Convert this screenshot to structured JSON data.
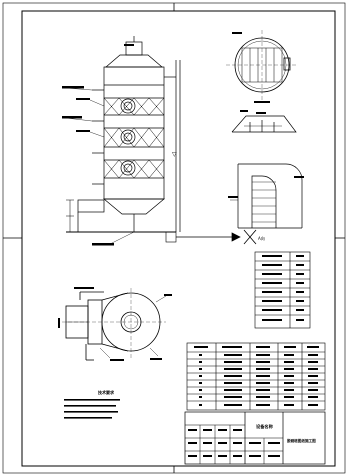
{
  "drawing": {
    "title_block": {
      "label_left": "设备名称",
      "label_right": "脱硫塔图纸施工图"
    },
    "notes_heading": "技术要求",
    "dimension_marks": {
      "elevation_mark": "▽",
      "direction_label": "A向"
    }
  },
  "colors": {
    "line": "#000000",
    "background": "#ffffff",
    "accent_fill": "#000000"
  },
  "icons": {
    "direction_arrow": "arrow-icon",
    "section_cut": "section-cut-icon"
  }
}
